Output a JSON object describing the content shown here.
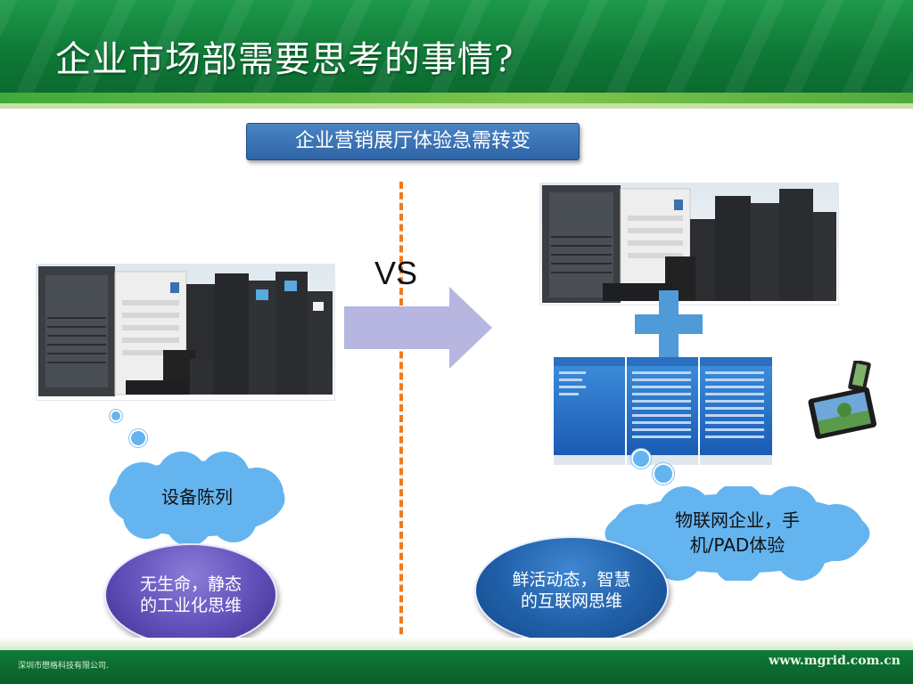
{
  "slide": {
    "title": "企业市场部需要思考的事情?",
    "banner": "企业营销展厅体验急需转变",
    "vs": "VS",
    "left": {
      "cloud_label": "设备陈列",
      "ellipse_lines": [
        "无生命，静态",
        "的工业化思维"
      ]
    },
    "right": {
      "cloud_lines": [
        "物联网企业，手",
        "机/PAD体验"
      ],
      "ellipse_lines": [
        "鲜活动态，智慧",
        "的互联网思维"
      ]
    }
  },
  "footer": {
    "company": "深圳市懋格科技有限公司.",
    "url": "www.mgrid.com.cn"
  },
  "colors": {
    "header_green": "#0f7a37",
    "banner_blue": "#2e64a6",
    "divider_orange": "#f07a1c",
    "arrow_lavender": "#b7b6e0",
    "plus_blue": "#4f9ad8",
    "bubble_blue": "#64b4f0",
    "ellipse_purple": "#5f4fb8",
    "ellipse_blue": "#1f5fa8"
  },
  "icons": [
    "arrow-right-icon",
    "plus-icon",
    "tablet-icon",
    "phone-icon"
  ]
}
